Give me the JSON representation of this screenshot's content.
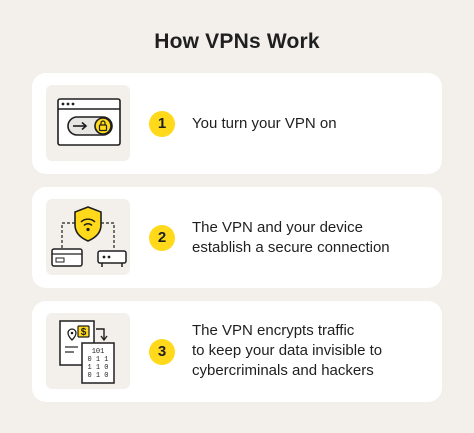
{
  "title": "How VPNs Work",
  "colors": {
    "background": "#f3f0ec",
    "card": "#ffffff",
    "accent_yellow": "#ffd91a",
    "text": "#1f1f1f"
  },
  "steps": [
    {
      "number": "1",
      "lines": [
        "You turn your VPN on"
      ],
      "icon": "browser-window-vpn-toggle-icon"
    },
    {
      "number": "2",
      "lines": [
        "The VPN and your device",
        "establish a secure connection"
      ],
      "icon": "shield-wifi-network-icon"
    },
    {
      "number": "3",
      "lines": [
        "The VPN encrypts traffic",
        "to keep your data invisible to",
        "cybercriminals and hackers"
      ],
      "icon": "data-encryption-icon",
      "icon_glyphs": {
        "currency": "$",
        "binary_rows": [
          "101",
          "0 1 1",
          "1 1 0",
          "0 1 0"
        ]
      }
    }
  ]
}
